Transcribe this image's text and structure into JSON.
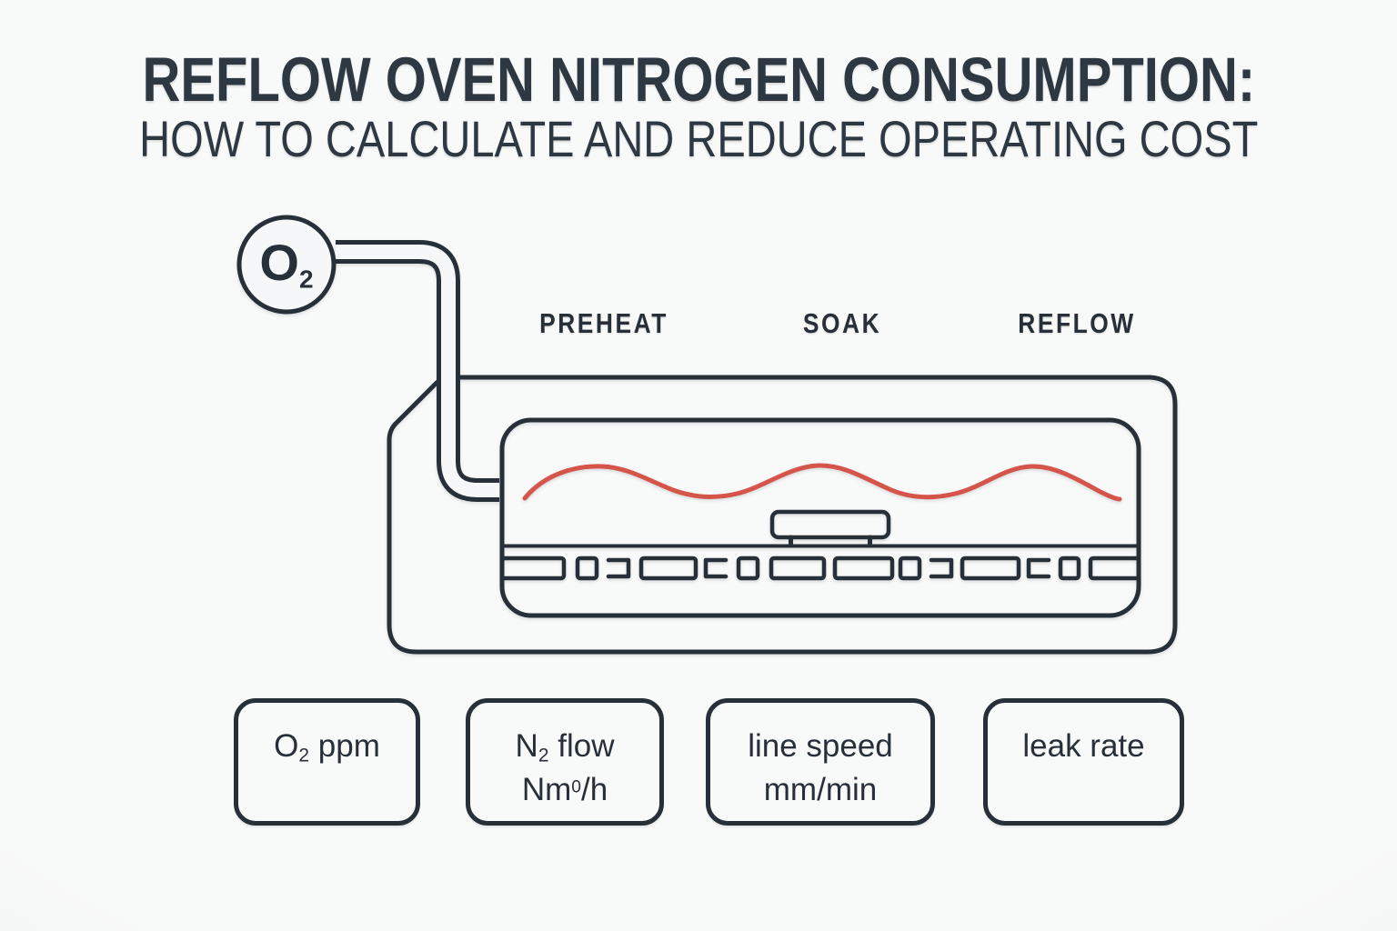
{
  "title": {
    "line1": "REFLOW OVEN NITROGEN CONSUMPTION:",
    "line2": "HOW TO CALCULATE AND REDUCE OPERATING COST"
  },
  "o2_source": {
    "symbol": "O",
    "subscript": "2"
  },
  "zones": [
    {
      "label": "PREHEAT"
    },
    {
      "label": "SOAK"
    },
    {
      "label": "REFLOW"
    }
  ],
  "metrics": [
    {
      "id": "o2-ppm",
      "line1": {
        "pre": "O",
        "sub": "2",
        "post": " ppm"
      }
    },
    {
      "id": "n2-flow",
      "line1": {
        "pre": "N",
        "sub": "2",
        "post": " flow"
      },
      "line2": {
        "pre": "Nm",
        "sup": "0",
        "post": "/h"
      }
    },
    {
      "id": "line-speed",
      "line1": {
        "pre": "line speed"
      },
      "line2": {
        "pre": "mm/min"
      }
    },
    {
      "id": "leak-rate",
      "line1": {
        "pre": "leak rate"
      }
    }
  ],
  "diagram_icons": [
    "oxygen-sensor-icon",
    "supply-pipe-icon",
    "oven-body-icon",
    "heating-chamber-icon",
    "heater-wave-icon",
    "pcb-board-icon",
    "conveyor-belt-icon"
  ],
  "colors": {
    "ink": "#273039",
    "accent_red": "#d6554b",
    "background": "#f6f7f8"
  }
}
